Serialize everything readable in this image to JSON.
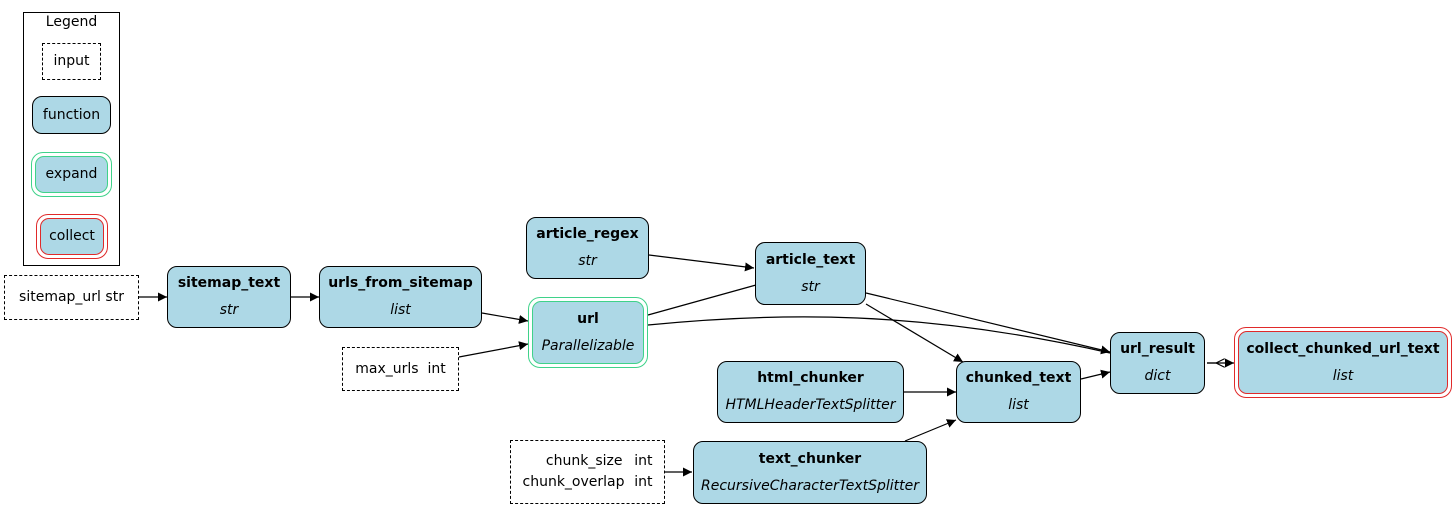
{
  "legend": {
    "title": "Legend",
    "input": "input",
    "function": "function",
    "expand": "expand",
    "collect": "collect"
  },
  "nodes": {
    "sitemap_url_input": {
      "label": "sitemap_url",
      "type": "str"
    },
    "sitemap_text": {
      "name": "sitemap_text",
      "type": "str"
    },
    "urls_from_sitemap": {
      "name": "urls_from_sitemap",
      "type": "list"
    },
    "max_urls_input": {
      "label": "max_urls",
      "type": "int"
    },
    "url": {
      "name": "url",
      "type": "Parallelizable"
    },
    "article_regex": {
      "name": "article_regex",
      "type": "str"
    },
    "article_text": {
      "name": "article_text",
      "type": "str"
    },
    "html_chunker": {
      "name": "html_chunker",
      "type": "HTMLHeaderTextSplitter"
    },
    "chunk_input": {
      "label1": "chunk_size",
      "type1": "int",
      "label2": "chunk_overlap",
      "type2": "int"
    },
    "text_chunker": {
      "name": "text_chunker",
      "type": "RecursiveCharacterTextSplitter"
    },
    "chunked_text": {
      "name": "chunked_text",
      "type": "list"
    },
    "url_result": {
      "name": "url_result",
      "type": "dict"
    },
    "collect_chunked_url_text": {
      "name": "collect_chunked_url_text",
      "type": "list"
    }
  },
  "edges": [
    [
      "sitemap_url_input",
      "sitemap_text"
    ],
    [
      "sitemap_text",
      "urls_from_sitemap"
    ],
    [
      "urls_from_sitemap",
      "url"
    ],
    [
      "max_urls_input",
      "url"
    ],
    [
      "url",
      "article_text"
    ],
    [
      "article_regex",
      "article_text"
    ],
    [
      "url",
      "url_result"
    ],
    [
      "article_text",
      "url_result"
    ],
    [
      "article_text",
      "chunked_text"
    ],
    [
      "html_chunker",
      "chunked_text"
    ],
    [
      "text_chunker",
      "chunked_text"
    ],
    [
      "chunk_input",
      "text_chunker"
    ],
    [
      "chunked_text",
      "url_result"
    ],
    [
      "url_result",
      "collect_chunked_url_text"
    ]
  ]
}
